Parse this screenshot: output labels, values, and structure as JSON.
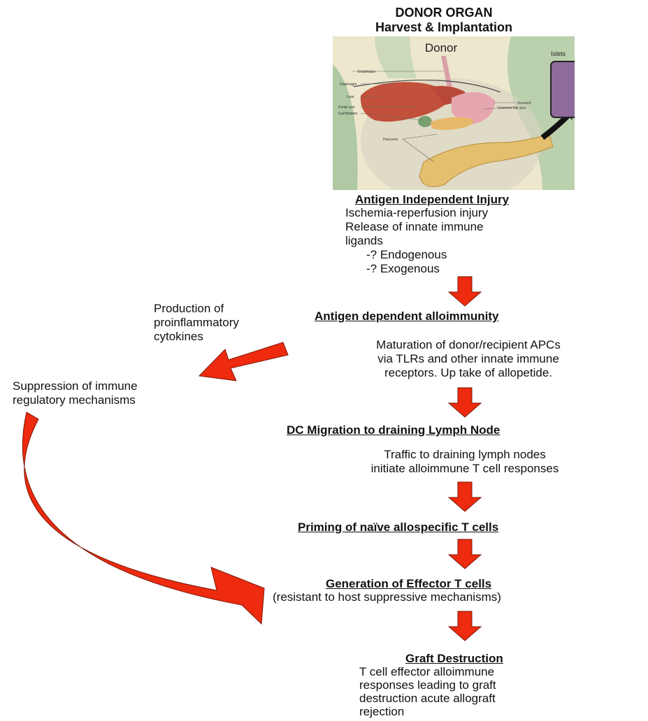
{
  "header": {
    "title_line1": "DONOR ORGAN",
    "title_line2": "Harvest & Implantation"
  },
  "illustration": {
    "donor_label": "Donor",
    "islets_label": "Islets",
    "anatomy_labels": {
      "esophagus": "Esophagus",
      "diaphragm": "Diaphragm",
      "liver": "Liver",
      "portal_vein": "Portal vein",
      "gall_bladder": "Gall Bladder",
      "stomach": "Stomach",
      "common_bile_duct": "Common bile duct",
      "pancreas": "Pancreas"
    }
  },
  "steps": {
    "antigen_independent": {
      "heading": "Antigen Independent Injury",
      "lines": [
        "Ischemia-reperfusion injury",
        "Release of innate immune",
        "ligands",
        "-? Endogenous",
        "-? Exogenous"
      ]
    },
    "antigen_dependent": {
      "heading": "Antigen dependent alloimmunity",
      "lines": [
        "Maturation of donor/recipient APCs",
        "via TLRs and other innate immune",
        "receptors.  Up take of allopetide."
      ]
    },
    "dc_migration": {
      "heading": "DC Migration to draining Lymph Node",
      "lines": [
        "Traffic to draining lymph nodes",
        "initiate alloimmune T cell responses"
      ]
    },
    "priming": {
      "heading": "Priming of naïve allospecific T cells"
    },
    "effector": {
      "heading": "Generation of Effector T cells",
      "subtext": "(resistant to host suppressive mechanisms)"
    },
    "graft_destruction": {
      "heading": "Graft Destruction",
      "lines": [
        "T cell effector alloimmune",
        "responses leading to graft",
        "destruction acute allograft",
        "rejection"
      ]
    }
  },
  "side": {
    "production": [
      "Production of",
      "proinflammatory",
      "cytokines"
    ],
    "suppression": [
      "Suppression of immune",
      "regulatory mechanisms"
    ]
  },
  "colors": {
    "arrow_fill": "#ee2a0f",
    "arrow_stroke": "#7a1a0a"
  }
}
